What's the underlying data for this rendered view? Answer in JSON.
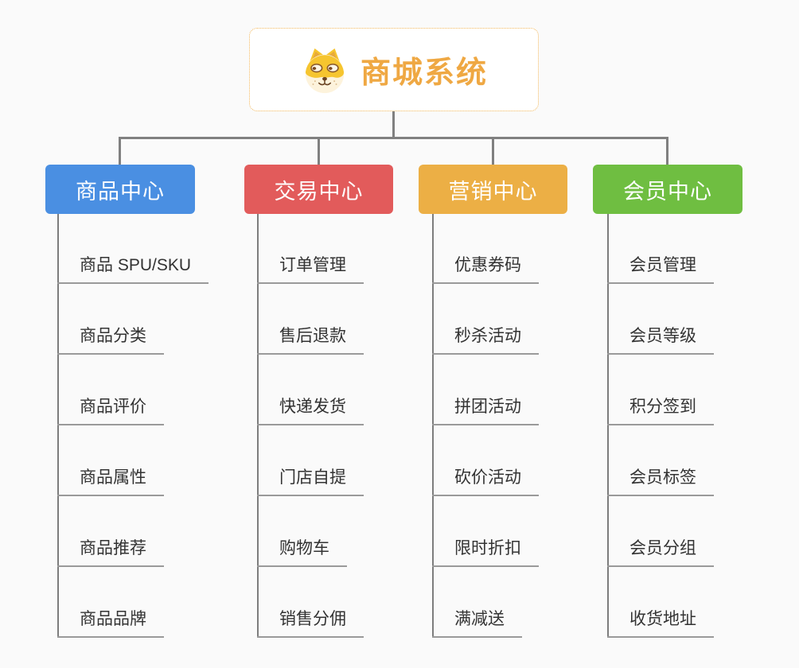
{
  "root": {
    "title": "商城系统",
    "icon": "shiba-dog-icon"
  },
  "branches": [
    {
      "label": "商品中心",
      "color": "#4a8fe2",
      "items": [
        "商品 SPU/SKU",
        "商品分类",
        "商品评价",
        "商品属性",
        "商品推荐",
        "商品品牌"
      ]
    },
    {
      "label": "交易中心",
      "color": "#e25b5b",
      "items": [
        "订单管理",
        "售后退款",
        "快递发货",
        "门店自提",
        "购物车",
        "销售分佣"
      ]
    },
    {
      "label": "营销中心",
      "color": "#ecaf45",
      "items": [
        "优惠券码",
        "秒杀活动",
        "拼团活动",
        "砍价活动",
        "限时折扣",
        "满减送"
      ]
    },
    {
      "label": "会员中心",
      "color": "#6fbe41",
      "items": [
        "会员管理",
        "会员等级",
        "积分签到",
        "会员标签",
        "会员分组",
        "收货地址"
      ]
    }
  ],
  "colors": {
    "background": "#fafafa",
    "connector": "#808080",
    "spine": "#7d7d7d",
    "leaf_underline": "#9a9a9a",
    "leaf_text": "#333333",
    "root_border": "#f2b85c",
    "root_title": "#efa843"
  }
}
